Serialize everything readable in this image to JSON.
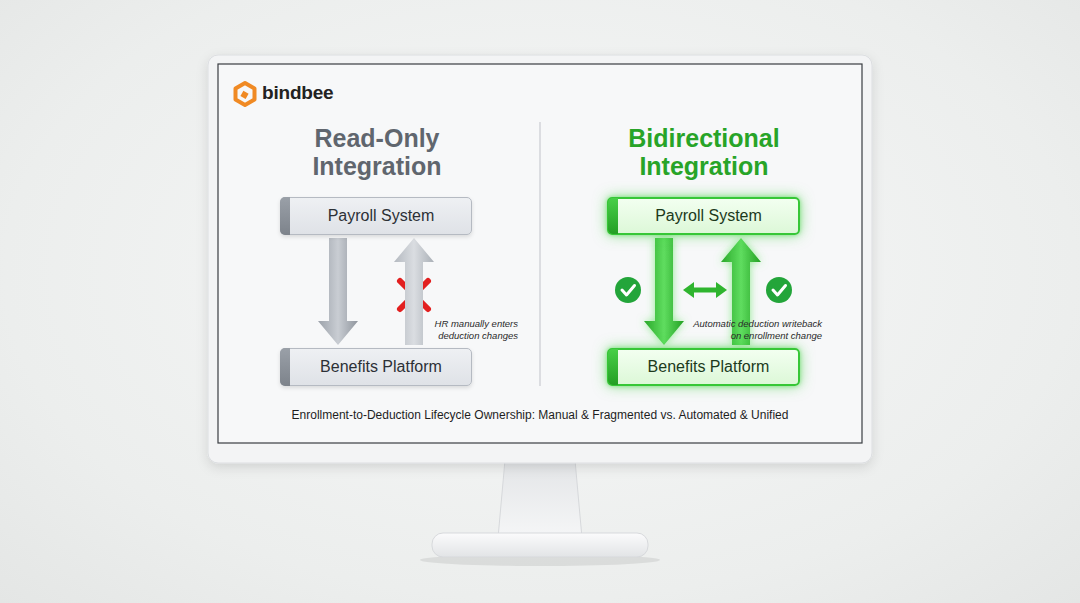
{
  "diagram": {
    "caption": "Enrollment-to-Deduction Lifecycle Ownership: Manual & Fragmented vs. Automated & Unified",
    "nodes": [
      {
        "text": [
          "Payroll System"
        ]
      },
      {
        "text": [
          "Benefits Platform"
        ]
      },
      {
        "text": [
          "Payroll System"
        ]
      },
      {
        "text": [
          "Benefits Platform"
        ]
      }
    ],
    "edges": [
      {
        "from": 0,
        "to": 1,
        "arrow": "to"
      },
      {
        "from": 1,
        "to": 0,
        "arrow": "to",
        "label": "HR manually enters deduction changes"
      },
      {
        "from": 2,
        "to": 3,
        "arrow": "to"
      },
      {
        "from": 3,
        "to": 2,
        "arrow": "to",
        "label": "Automatic deduction writeback on enrollment change"
      }
    ],
    "labels": [
      "bindbee",
      "Read-Only Integration",
      "Bidirectional Integration"
    ]
  }
}
